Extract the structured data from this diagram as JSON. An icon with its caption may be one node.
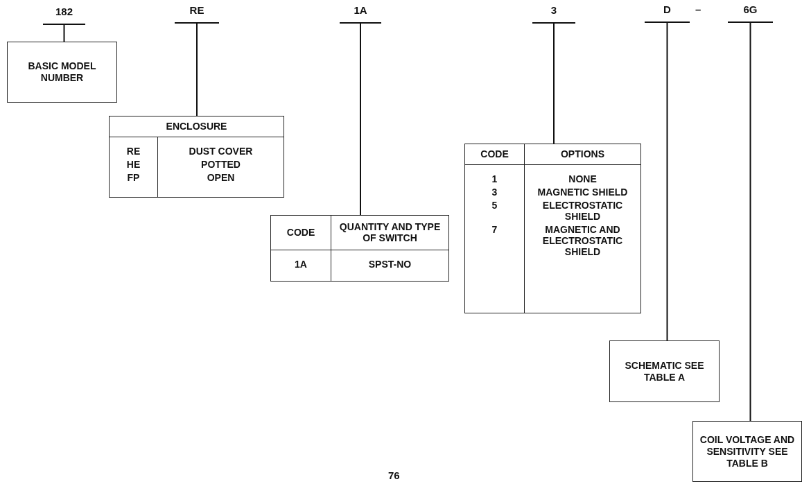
{
  "diagram": {
    "nodes": [
      {
        "text": [
          "182"
        ]
      },
      {
        "text": [
          "RE"
        ]
      },
      {
        "text": [
          "1A"
        ]
      },
      {
        "text": [
          "3"
        ]
      },
      {
        "text": [
          "D"
        ]
      },
      {
        "text": [
          "6G"
        ]
      },
      {
        "text": [
          "BASIC MODEL NUMBER"
        ]
      },
      {
        "text": [
          "ENCLOSURE",
          "RE",
          "DUST COVER",
          "HE",
          "POTTED",
          "FP",
          "OPEN"
        ]
      },
      {
        "text": [
          "CODE",
          "QUANTITY AND TYPE OF SWITCH",
          "1A",
          "SPST-NO"
        ]
      },
      {
        "text": [
          "CODE",
          "OPTIONS",
          "1",
          "NONE",
          "3",
          "MAGNETIC SHIELD",
          "5",
          "ELECTROSTATIC SHIELD",
          "7",
          "MAGNETIC AND ELECTROSTATIC SHIELD"
        ]
      },
      {
        "text": [
          "SCHEMATIC SEE TABLE A"
        ]
      },
      {
        "text": [
          "COIL VOLTAGE AND SENSITIVITY SEE TABLE B"
        ]
      }
    ],
    "edges": [
      {
        "from": 0,
        "to": 6,
        "arrow": "none"
      },
      {
        "from": 1,
        "to": 7,
        "arrow": "none"
      },
      {
        "from": 2,
        "to": 8,
        "arrow": "none"
      },
      {
        "from": 3,
        "to": 9,
        "arrow": "none"
      },
      {
        "from": 4,
        "to": 10,
        "arrow": "none"
      },
      {
        "from": 5,
        "to": 11,
        "arrow": "none"
      }
    ],
    "labels": [
      "–",
      "76"
    ]
  }
}
